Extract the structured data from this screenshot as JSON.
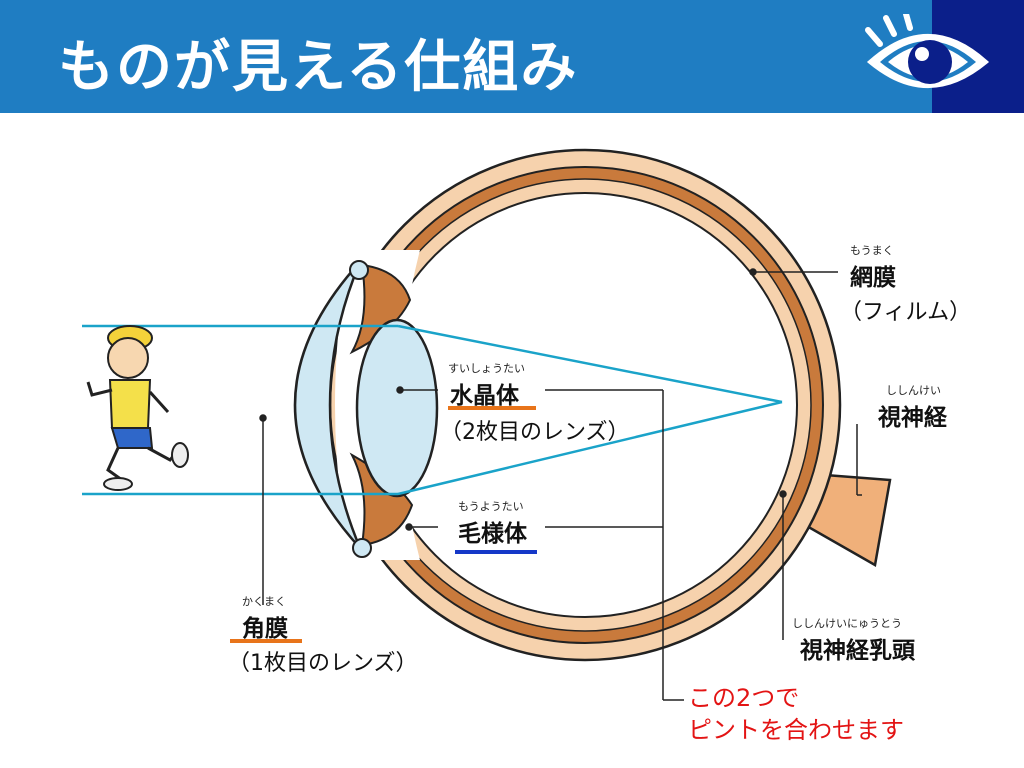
{
  "header": {
    "title": "ものが見える仕組み",
    "icon": "eye-icon"
  },
  "labels": {
    "retina": {
      "ruby": "もうまく",
      "name": "網膜",
      "sub": "（フィルム）"
    },
    "optic_nerve": {
      "ruby": "ししんけい",
      "name": "視神経"
    },
    "lens": {
      "ruby": "すいしょうたい",
      "name": "水晶体",
      "sub": "（2枚目のレンズ）"
    },
    "ciliary": {
      "ruby": "もうようたい",
      "name": "毛様体"
    },
    "cornea": {
      "ruby": "かくまく",
      "name": "角膜",
      "sub": "（1枚目のレンズ）"
    },
    "papilla": {
      "ruby": "ししんけいにゅうとう",
      "name": "視神経乳頭"
    }
  },
  "note": {
    "line1": "この2つで",
    "line2": "ピントを合わせます"
  },
  "colors": {
    "header_blue": "#1f7dc2",
    "header_dark": "#0b1f8a",
    "eye_outer": "#f5cfa8",
    "eye_brown": "#c97a3c",
    "lens_blue": "#cfe8f3",
    "ray_blue": "#1aa3c9",
    "note_red": "#e31414",
    "underline_orange": "#e8741a",
    "underline_blue": "#1538c8"
  }
}
